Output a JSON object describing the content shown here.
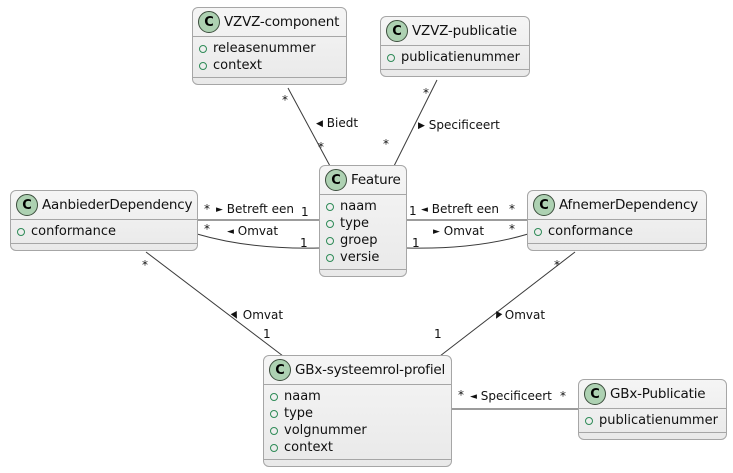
{
  "diagram": {
    "type": "uml-class-diagram",
    "spot_letter": "C",
    "colors": {
      "background": "#ffffff",
      "box_fill": "#f1f1f1",
      "box_border": "#a6a6a6",
      "spot_fill": "#add1b2",
      "spot_border": "#3b4d3c",
      "field_icon": "#2e8b57",
      "edge_line": "#3a3a3a",
      "text": "#111111"
    },
    "classes": {
      "vzvz_component": {
        "name": "VZVZ-component",
        "fields": [
          "releasenummer",
          "context"
        ]
      },
      "vzvz_publicatie": {
        "name": "VZVZ-publicatie",
        "fields": [
          "publicatienummer"
        ]
      },
      "feature": {
        "name": "Feature",
        "fields": [
          "naam",
          "type",
          "groep",
          "versie"
        ]
      },
      "aanbieder": {
        "name": "AanbiederDependency",
        "fields": [
          "conformance"
        ]
      },
      "afnemer": {
        "name": "AfnemerDependency",
        "fields": [
          "conformance"
        ]
      },
      "gbx_profiel": {
        "name": "GBx-systeemrol-profiel",
        "fields": [
          "naam",
          "type",
          "volgnummer",
          "context"
        ]
      },
      "gbx_publicatie": {
        "name": "GBx-Publicatie",
        "fields": [
          "publicatienummer"
        ]
      }
    },
    "edges": {
      "biedt": {
        "name": "Biedt",
        "arrow": "◀",
        "mult_src": "*",
        "mult_tgt": "*"
      },
      "specificeert_top": {
        "name": "Specificeert",
        "arrow": "▶",
        "mult_src": "*",
        "mult_tgt": "*"
      },
      "betreft_een_left": {
        "name": "Betreft een",
        "arrow": "►",
        "mult_src": "*",
        "mult_tgt": "1"
      },
      "omvat_left": {
        "name": "Omvat",
        "arrow": "◄",
        "mult_src": "*",
        "mult_tgt": "1"
      },
      "betreft_een_right": {
        "name": "Betreft een",
        "arrow": "◄",
        "mult_src": "1",
        "mult_tgt": "*"
      },
      "omvat_right": {
        "name": "Omvat",
        "arrow": "►",
        "mult_src": "1",
        "mult_tgt": "*"
      },
      "omvat_diag_left": {
        "name": "Omvat",
        "arrow": "▼",
        "mult_src": "*",
        "mult_tgt": "1"
      },
      "omvat_diag_right": {
        "name": "Omvat",
        "arrow": "▼",
        "mult_src": "*",
        "mult_tgt": "1"
      },
      "specificeert_bot": {
        "name": "Specificeert",
        "arrow": "◄",
        "mult_src": "*",
        "mult_tgt": "*"
      }
    }
  }
}
